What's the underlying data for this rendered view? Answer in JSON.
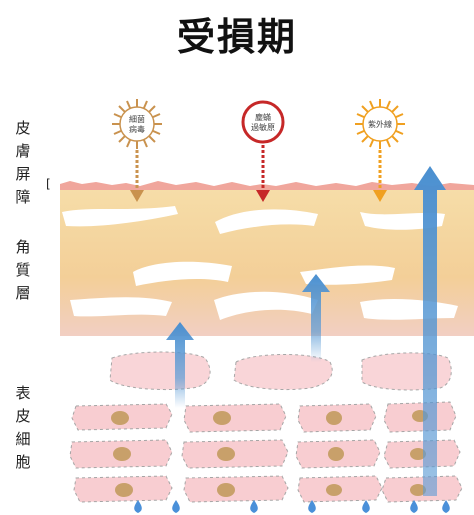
{
  "title": "受損期",
  "layers": {
    "barrier": "皮膚屏障",
    "stratum_corneum": "角質層",
    "epidermis": "表皮細胞"
  },
  "barrier_bracket": "[",
  "sources": [
    {
      "label_line1": "細菌",
      "label_line2": "病毒",
      "color": "#c9924e"
    },
    {
      "label_line1": "塵蟎",
      "label_line2": "過敏原",
      "color": "#c62828"
    },
    {
      "label_line1": "紫外線",
      "label_line2": "",
      "color": "#f0a020"
    }
  ],
  "colors": {
    "barrier_band": "#f1cf96",
    "lower_band": "#f6d7c8",
    "skin_surface": "#f2a7a0",
    "cell": "#f7d0d4",
    "nucleus": "#c9a06a",
    "water_arrow": "#5b9bd5",
    "water_drop": "#4a90d9"
  }
}
